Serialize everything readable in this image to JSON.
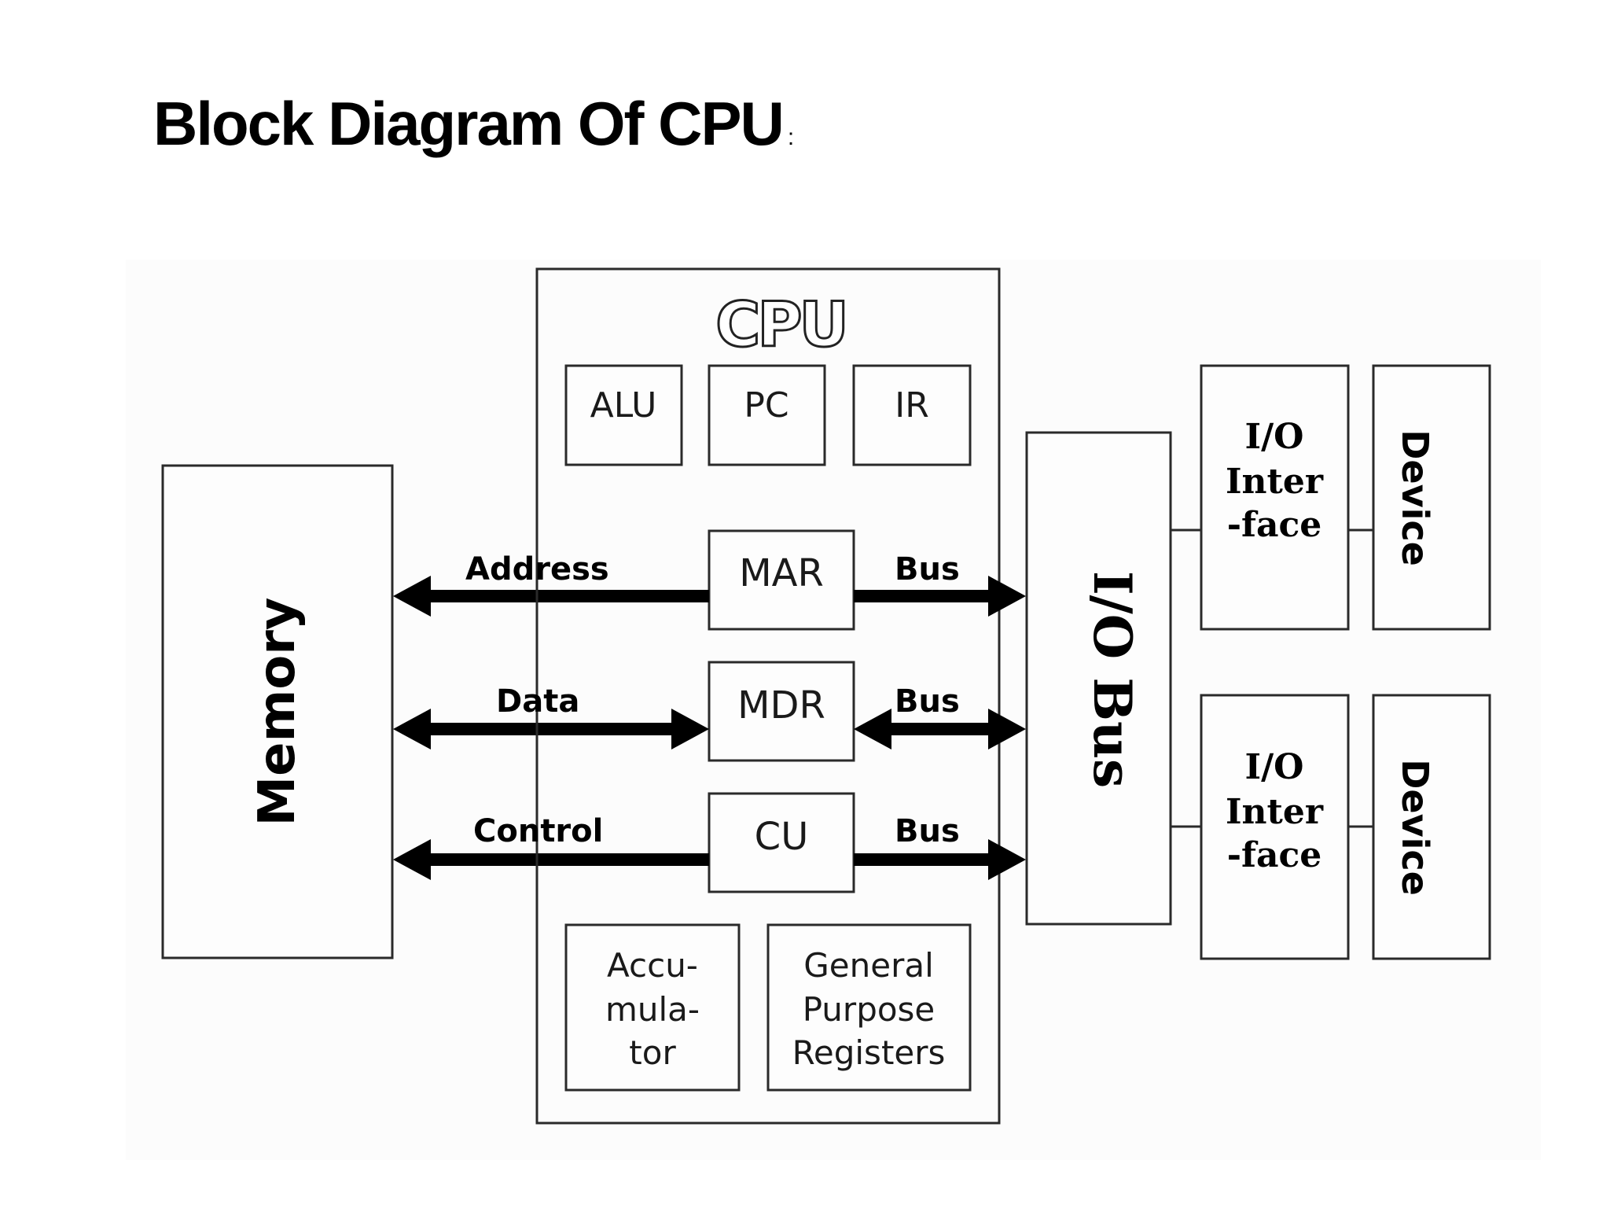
{
  "page": {
    "title": "Block Diagram Of CPU",
    "title_suffix": ":"
  },
  "diagram": {
    "memory": {
      "label": "Memory"
    },
    "cpu": {
      "label": "CPU",
      "top_registers": [
        {
          "label": "ALU"
        },
        {
          "label": "PC"
        },
        {
          "label": "IR"
        }
      ],
      "mar": {
        "label": "MAR"
      },
      "mdr": {
        "label": "MDR"
      },
      "cu": {
        "label": "CU"
      },
      "accumulator": {
        "lines": [
          "Accu-",
          "mula-",
          "tor"
        ]
      },
      "gpr": {
        "lines": [
          "General",
          "Purpose",
          "Registers"
        ]
      }
    },
    "buses": {
      "address": {
        "left_label": "Address",
        "right_label": "Bus",
        "left_direction": "to-memory",
        "right_direction": "to-io-bus"
      },
      "data": {
        "left_label": "Data",
        "right_label": "Bus",
        "left_direction": "bidirectional",
        "right_direction": "bidirectional"
      },
      "control": {
        "left_label": "Control",
        "right_label": "Bus",
        "left_direction": "to-memory",
        "right_direction": "to-io-bus"
      }
    },
    "io_bus": {
      "label": "I/O Bus"
    },
    "io_interfaces": [
      {
        "lines": [
          "I/O",
          "Inter",
          "-face"
        ],
        "device": "Device"
      },
      {
        "lines": [
          "I/O",
          "Inter",
          "-face"
        ],
        "device": "Device"
      }
    ]
  },
  "colors": {
    "stroke": "#2a2a2a",
    "text": "#000000",
    "panel": "#fcfcfc"
  }
}
